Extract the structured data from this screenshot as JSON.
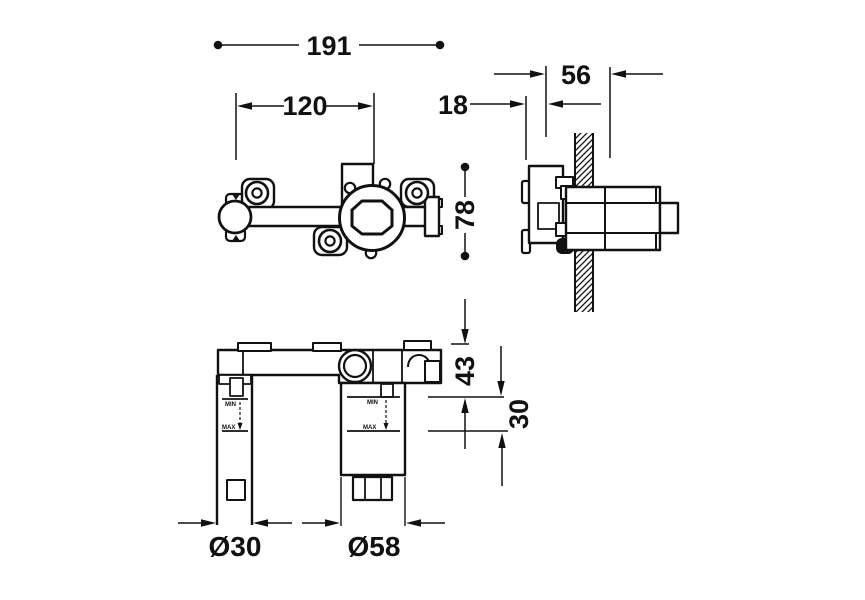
{
  "style": {
    "ink": "#111111",
    "paper": "#ffffff"
  },
  "dims": {
    "overall_width": "191",
    "port_spacing": "120",
    "recess_min": "18",
    "housing_depth": "56",
    "body_height": "78",
    "depth_to_min": "43",
    "adjustment_range": "30",
    "small_cartridge_dia": "Ø30",
    "large_cartridge_dia": "Ø58"
  },
  "labels": {
    "min": "MIN",
    "max": "MAX"
  }
}
